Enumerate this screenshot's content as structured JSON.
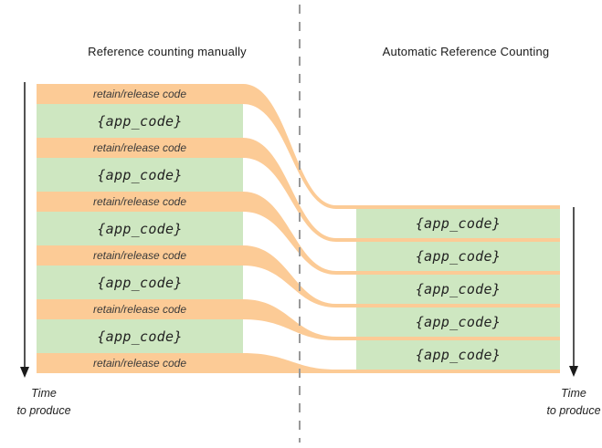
{
  "headers": {
    "left": "Reference counting manually",
    "right": "Automatic Reference Counting"
  },
  "left_column": {
    "rows": [
      {
        "kind": "overhead",
        "label": "retain/release code"
      },
      {
        "kind": "app",
        "label": "{app_code}"
      },
      {
        "kind": "overhead",
        "label": "retain/release code"
      },
      {
        "kind": "app",
        "label": "{app_code}"
      },
      {
        "kind": "overhead",
        "label": "retain/release code"
      },
      {
        "kind": "app",
        "label": "{app_code}"
      },
      {
        "kind": "overhead",
        "label": "retain/release code"
      },
      {
        "kind": "app",
        "label": "{app_code}"
      },
      {
        "kind": "overhead",
        "label": "retain/release code"
      },
      {
        "kind": "app",
        "label": "{app_code}"
      },
      {
        "kind": "overhead",
        "label": "retain/release code"
      }
    ]
  },
  "right_column": {
    "rows": [
      {
        "kind": "app",
        "label": "{app_code}"
      },
      {
        "kind": "app",
        "label": "{app_code}"
      },
      {
        "kind": "app",
        "label": "{app_code}"
      },
      {
        "kind": "app",
        "label": "{app_code}"
      },
      {
        "kind": "app",
        "label": "{app_code}"
      }
    ]
  },
  "time_axis": {
    "left": {
      "line1": "Time",
      "line2": "to produce"
    },
    "right": {
      "line1": "Time",
      "line2": "to produce"
    }
  },
  "colors": {
    "overhead_fill": "#FCCB96",
    "app_fill": "#CEE7C1",
    "divider": "#999999",
    "arrow": "#1a1a1a"
  }
}
